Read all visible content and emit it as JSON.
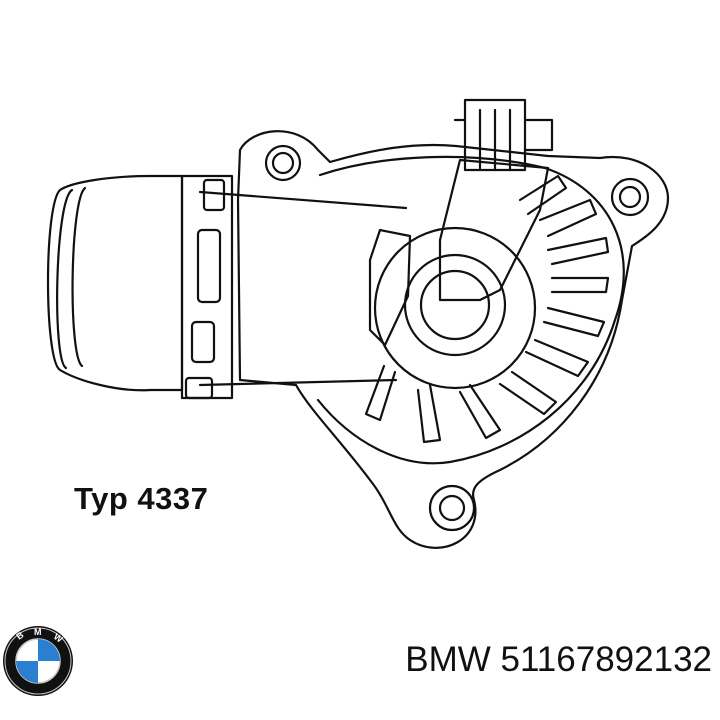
{
  "drawing": {
    "icon": "thermostat-housing-line-drawing"
  },
  "label": {
    "typ": "Typ 4337"
  },
  "logo": {
    "icon": "bmw-roundel-logo",
    "letters": "BMW",
    "colors": {
      "blue": "#2a7fd0",
      "ring": "#111111",
      "white": "#ffffff"
    }
  },
  "footer": {
    "brand_part": "BMW 51167892132"
  }
}
